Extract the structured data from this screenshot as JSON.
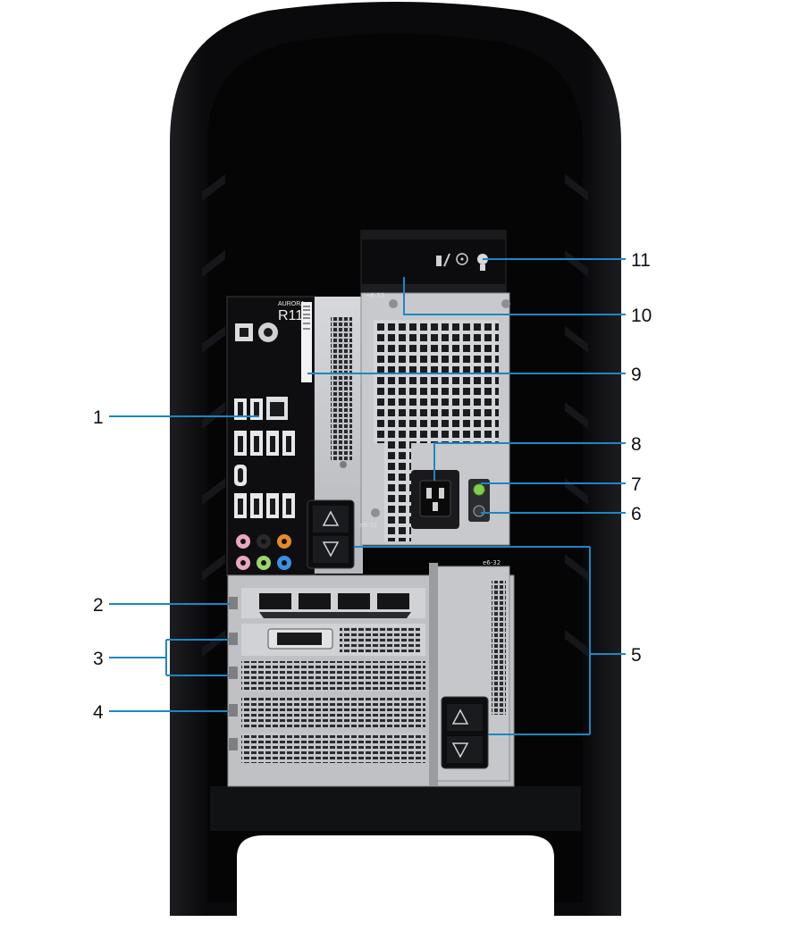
{
  "badge": {
    "model_line1": "AURORA",
    "model_line2": "R11"
  },
  "psu": {
    "label_left": "e6-32",
    "label_right": "e6-32"
  },
  "latch": {
    "label": "e6-32"
  },
  "callouts": [
    {
      "id": "1",
      "label": "1"
    },
    {
      "id": "2",
      "label": "2"
    },
    {
      "id": "3",
      "label": "3"
    },
    {
      "id": "4",
      "label": "4"
    },
    {
      "id": "5",
      "label": "5"
    },
    {
      "id": "6",
      "label": "6"
    },
    {
      "id": "7",
      "label": "7"
    },
    {
      "id": "8",
      "label": "8"
    },
    {
      "id": "9",
      "label": "9"
    },
    {
      "id": "10",
      "label": "10"
    },
    {
      "id": "11",
      "label": "11"
    }
  ],
  "colors": {
    "leader": "#1f86c4",
    "chassis": "#0b0b0d",
    "metal": "#c9cbce",
    "audio_pink": "#e9a7c0",
    "audio_green": "#9bd76b",
    "audio_blue": "#3d8fe0",
    "audio_orange": "#e58a2c",
    "psu_led": "#7ed04c"
  }
}
